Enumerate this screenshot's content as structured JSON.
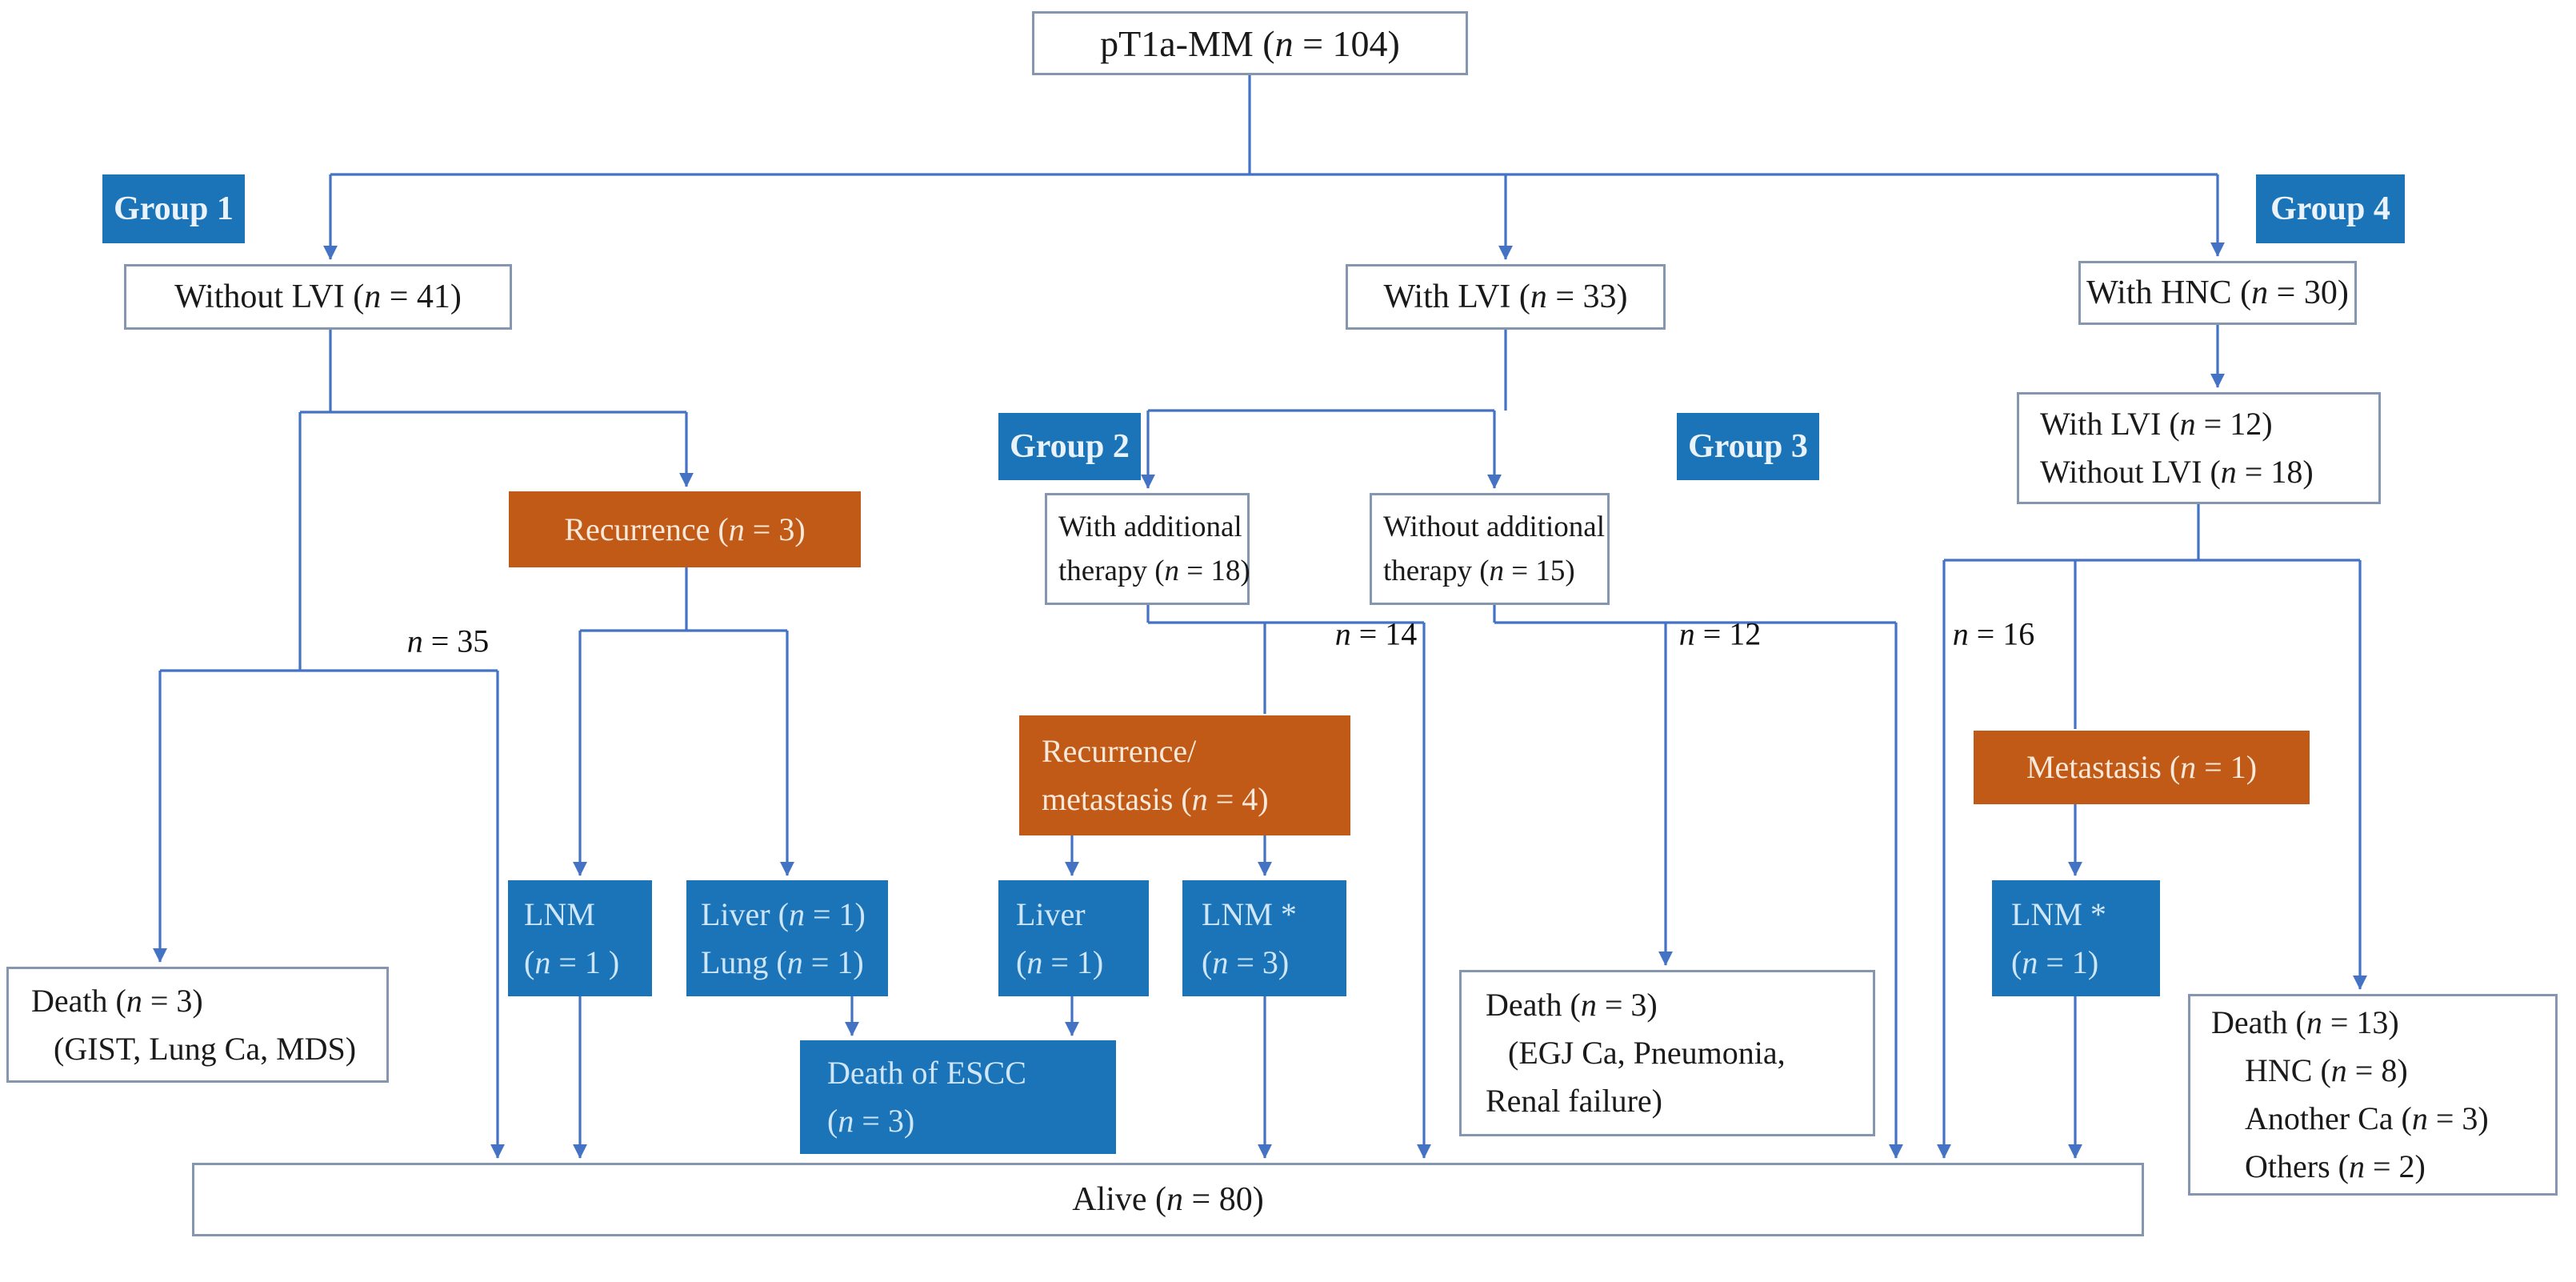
{
  "title": "pT1a-MM patient flow diagram",
  "colors": {
    "node_blue": "#1B74B8",
    "node_orange": "#C15A17",
    "box_border": "#8496B0",
    "connector": "#4472C4",
    "blue_text": "#CFE6F8",
    "orange_text": "#F8E9DA"
  },
  "nodes": {
    "root": "pT1a-MM (n = 104)",
    "group1": "Group 1",
    "group2": "Group 2",
    "group3": "Group 3",
    "group4": "Group 4",
    "without_lvi": "Without LVI (n = 41)",
    "with_lvi": "With LVI (n = 33)",
    "with_hnc": "With HNC (n = 30)",
    "recurrence": "Recurrence (n = 3)",
    "with_add_therapy": [
      "With additional",
      "therapy (n = 18)"
    ],
    "without_add_therapy": [
      "Without additional",
      "therapy (n = 15)"
    ],
    "lvi_status": [
      "With LVI (n = 12)",
      "Without LVI (n = 18)"
    ],
    "rec_met": [
      "Recurrence/",
      "metastasis (n = 4)"
    ],
    "metastasis": "Metastasis (n = 1)",
    "lnm_g1": [
      "LNM",
      "(n = 1 )"
    ],
    "liver_lung": [
      "Liver (n = 1)",
      "Lung (n = 1)"
    ],
    "liver": [
      "Liver",
      "(n = 1)"
    ],
    "lnm_star_g2": [
      "LNM *",
      "(n = 3)"
    ],
    "lnm_star_g4": [
      "LNM *",
      "(n = 1)"
    ],
    "death_escc": [
      "Death of ESCC",
      "(n = 3)"
    ],
    "death_gist": [
      "Death (n = 3)",
      "(GIST, Lung Ca, MDS)"
    ],
    "death_egj": [
      "Death (n = 3)",
      "(EGJ Ca, Pneumonia,",
      "Renal failure)"
    ],
    "death_13": [
      "Death (n = 13)",
      "HNC (n = 8)",
      "Another Ca (n = 3)",
      "Others (n = 2)"
    ],
    "alive": "Alive (n = 80)"
  },
  "edge_labels": {
    "n35": "n = 35",
    "n14": "n = 14",
    "n12": "n = 12",
    "n16": "n = 16"
  }
}
